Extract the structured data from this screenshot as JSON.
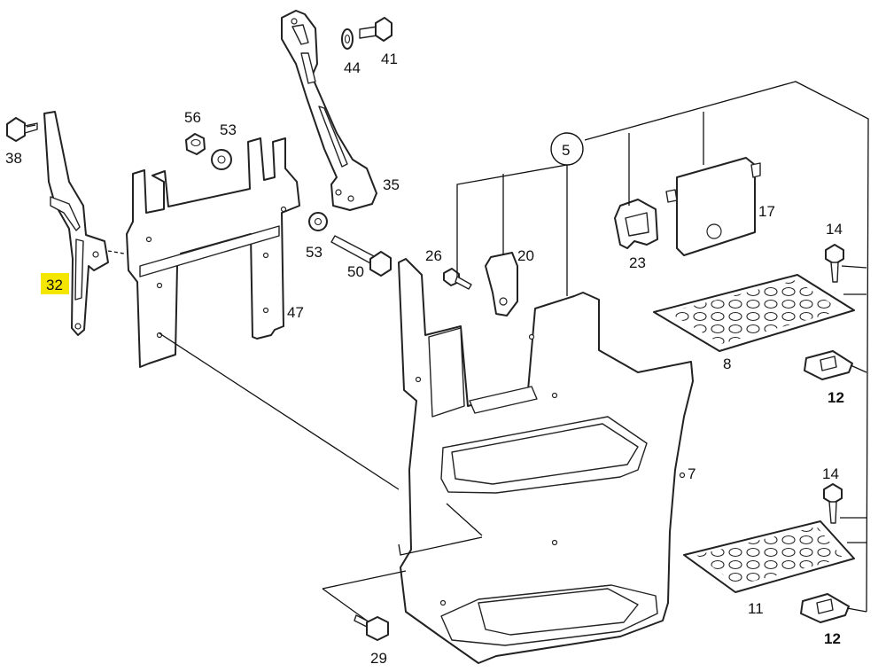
{
  "callouts": {
    "p38": "38",
    "p32": "32",
    "p56": "56",
    "p53a": "53",
    "p53b": "53",
    "p47": "47",
    "p44": "44",
    "p41": "41",
    "p35": "35",
    "p50": "50",
    "p5": "5",
    "p26": "26",
    "p20": "20",
    "p23": "23",
    "p17": "17",
    "p14a": "14",
    "p8": "8",
    "p12a": "12",
    "p7": "7",
    "p14b": "14",
    "p11": "11",
    "p12b": "12",
    "p29": "29"
  },
  "highlight": {
    "part": "32",
    "color": "#f5e600"
  }
}
